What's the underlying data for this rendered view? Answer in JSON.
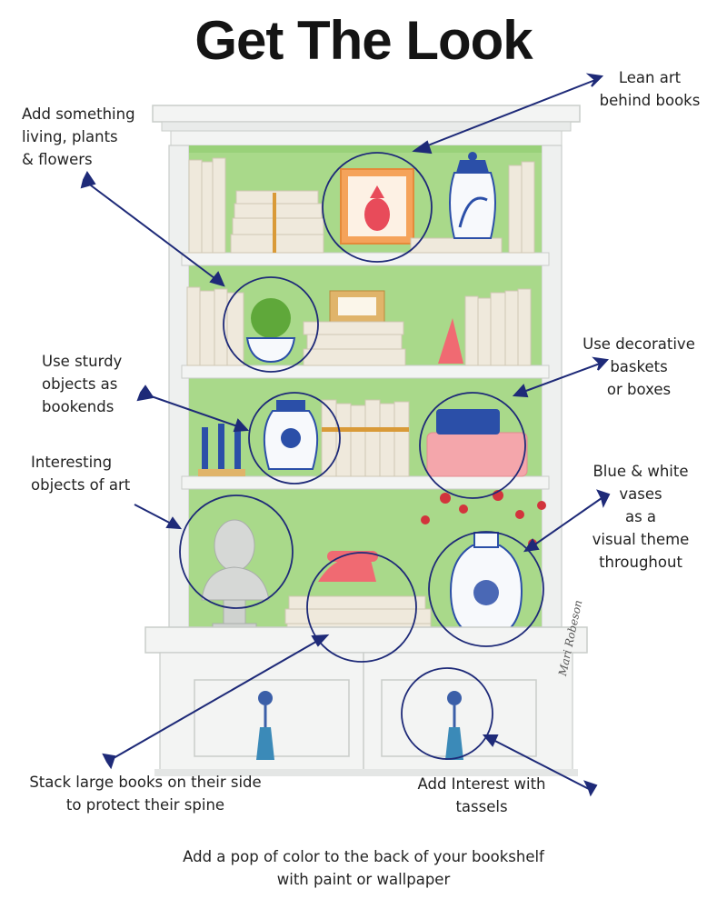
{
  "title": "Get The Look",
  "tips": {
    "lean_art": "Lean art\nbehind books",
    "add_living": "Add something\nliving, plants\n& flowers",
    "sturdy_objects": "Use sturdy\nobjects as\nbookends",
    "decorative_baskets": "Use decorative\nbaskets\nor boxes",
    "objects_of_art": "Interesting\nobjects of art",
    "blue_white_vases": "Blue & white\nvases\nas a\nvisual theme\nthroughout",
    "stack_books": "Stack large books on their side\nto protect their spine",
    "tassels": "Add Interest with\ntassels"
  },
  "footer": "Add a pop of color to the back of your bookshelf\nwith paint or wallpaper",
  "signature": "Mari Robeson",
  "colors": {
    "shelf_back": "#a9d98a",
    "shelf_back_dark": "#8fcc6e",
    "cabinet": "#f3f4f3",
    "cabinet_shadow": "#d8dcd9",
    "arrow_navy": "#1e2a78",
    "book_cream": "#efe9dc",
    "book_gold": "#d99a38",
    "pink": "#f06a72",
    "blue": "#2b4fa8",
    "red_berries": "#d2343c"
  }
}
